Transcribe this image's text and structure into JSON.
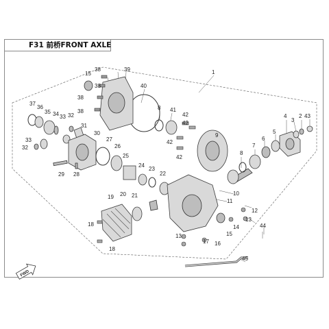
{
  "title": "F31 前桥FRONT AXLE",
  "direction_label": "FWD",
  "callouts": [
    "1",
    "2",
    "3",
    "4",
    "5",
    "6",
    "7",
    "8",
    "9",
    "10",
    "11",
    "12",
    "13",
    "14",
    "15",
    "16",
    "17",
    "18",
    "19",
    "20",
    "21",
    "22",
    "23",
    "24",
    "25",
    "26",
    "27",
    "28",
    "29",
    "30",
    "31",
    "32",
    "33",
    "34",
    "35",
    "36",
    "37",
    "38",
    "39",
    "40",
    "41",
    "42",
    "43",
    "44",
    "45"
  ]
}
